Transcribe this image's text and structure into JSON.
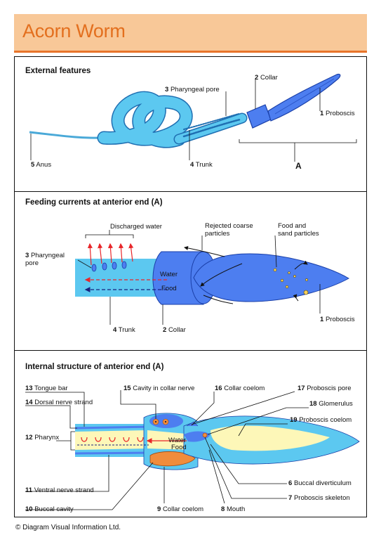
{
  "header": {
    "title": "Acorn Worm"
  },
  "section1": {
    "title": "External features",
    "labels": {
      "collar_num": "2",
      "collar": "Collar",
      "pharyngeal_num": "3",
      "pharyngeal": "Pharyngeal pore",
      "proboscis_num": "1",
      "proboscis": "Proboscis",
      "anus_num": "5",
      "anus": "Anus",
      "trunk_num": "4",
      "trunk": "Trunk",
      "a": "A"
    }
  },
  "section2": {
    "title": "Feeding currents at anterior end (A)",
    "labels": {
      "discharged": "Discharged water",
      "rejected1": "Rejected coarse",
      "rejected2": "particles",
      "food1": "Food and",
      "food2": "sand particles",
      "pore_num": "3",
      "pore1": "Pharyngeal",
      "pore2": "pore",
      "water": "Water",
      "food": "Food",
      "trunk_num": "4",
      "trunk": "Trunk",
      "collar_num": "2",
      "collar": "Collar",
      "proboscis_num": "1",
      "proboscis": "Proboscis"
    }
  },
  "section3": {
    "title": "Internal structure of anterior end (A)",
    "labels": {
      "l13_num": "13",
      "l13": "Tongue bar",
      "l15_num": "15",
      "l15": "Cavity in collar nerve",
      "l16_num": "16",
      "l16": "Collar coelom",
      "l17_num": "17",
      "l17": "Proboscis pore",
      "l14_num": "14",
      "l14": "Dorsal nerve strand",
      "l18_num": "18",
      "l18": "Glomerulus",
      "l19_num": "19",
      "l19": "Proboscis coelom",
      "l12_num": "12",
      "l12": "Pharynx",
      "water": "Water",
      "food": "Food",
      "l6_num": "6",
      "l6": "Buccal diverticulum",
      "l11_num": "11",
      "l11": "Ventral nerve strand",
      "l7_num": "7",
      "l7": "Proboscis skeleton",
      "l10_num": "10",
      "l10": "Buccal cavity",
      "l9_num": "9",
      "l9": "Collar coelom",
      "l8_num": "8",
      "l8": "Mouth"
    }
  },
  "footer": {
    "copyright": "© Diagram Visual Information Ltd."
  },
  "colors": {
    "accent": "#e36f1e",
    "header_bg": "#f8c898",
    "light_blue": "#5cc8f0",
    "mid_blue": "#4d7ef0",
    "yellow": "#fdf7b8",
    "orange": "#f08c3c",
    "red_arrow": "#e8262a"
  }
}
